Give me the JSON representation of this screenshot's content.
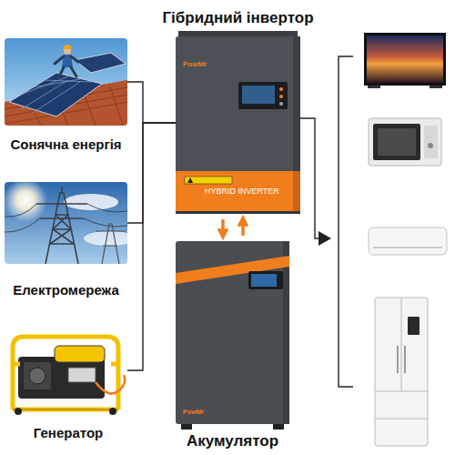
{
  "diagram": {
    "nodes": [
      {
        "text": [
          "Сонячна енергія"
        ]
      },
      {
        "text": [
          "Електромережа"
        ]
      },
      {
        "text": [
          "Генератор"
        ]
      },
      {
        "text": [
          "Гібридний інвертор",
          "PowMr",
          "HYBRID INVERTER"
        ]
      },
      {
        "text": [
          "PowMr",
          "Акумулятор"
        ]
      }
    ],
    "edges": [
      {
        "from": 0,
        "to": 3,
        "arrow": "none"
      },
      {
        "from": 1,
        "to": 3,
        "arrow": "none"
      },
      {
        "from": 2,
        "to": 3,
        "arrow": "none"
      },
      {
        "from": 3,
        "to": 4,
        "arrow": "to"
      },
      {
        "from": 4,
        "to": 3,
        "arrow": "to"
      }
    ]
  }
}
